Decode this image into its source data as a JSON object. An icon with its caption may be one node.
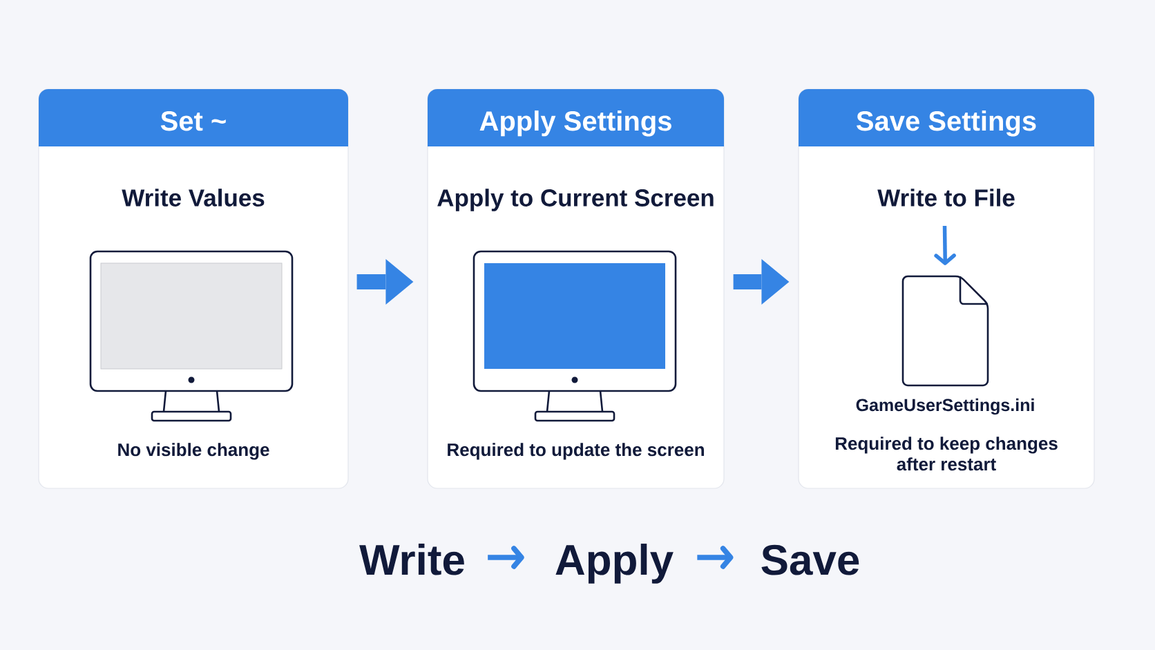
{
  "diagram": {
    "nodes": [
      {
        "text": [
          "Set ~",
          "Write Values",
          "No visible change"
        ]
      },
      {
        "text": [
          "Apply Settings",
          "Apply to Current Screen",
          "Required to update the screen"
        ]
      },
      {
        "text": [
          "Save Settings",
          "Write to File",
          "Required to keep changes after restart"
        ]
      },
      {
        "text": [],
        "shape": "picture",
        "in": 2,
        "beside": [
          "GameUserSettings.ini"
        ]
      },
      {
        "text": [
          "Write"
        ]
      },
      {
        "text": [
          "Apply"
        ]
      },
      {
        "text": [
          "Save"
        ]
      }
    ],
    "edges": [
      {
        "from": 0,
        "to": 1,
        "arrow": "to",
        "style": "thick"
      },
      {
        "from": 1,
        "to": 2,
        "arrow": "to",
        "style": "thick"
      },
      {
        "from": null,
        "to": 3,
        "arrow": "to"
      },
      {
        "from": 4,
        "to": 5,
        "arrow": "to"
      },
      {
        "from": 5,
        "to": 6,
        "arrow": "to"
      }
    ]
  }
}
